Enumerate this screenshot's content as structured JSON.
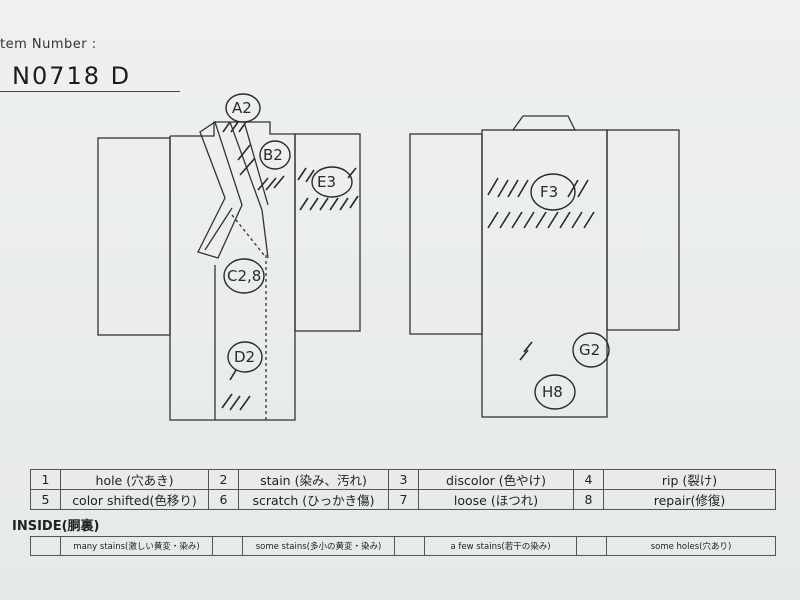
{
  "header": {
    "item_label": "tem Number :",
    "item_number": "N0718   D"
  },
  "marks": {
    "front": [
      "A2",
      "B2",
      "E3",
      "C2,8",
      "D2"
    ],
    "back": [
      "F3",
      "G2",
      "H8"
    ]
  },
  "legend": [
    {
      "num": "1",
      "text": "hole (穴あき)"
    },
    {
      "num": "2",
      "text": "stain (染み、汚れ)"
    },
    {
      "num": "3",
      "text": "discolor (色やけ)"
    },
    {
      "num": "4",
      "text": "rip (裂け)"
    },
    {
      "num": "5",
      "text": "color shifted(色移り)"
    },
    {
      "num": "6",
      "text": "scratch (ひっかき傷)"
    },
    {
      "num": "7",
      "text": "loose (ほつれ)"
    },
    {
      "num": "8",
      "text": "repair(修復)"
    }
  ],
  "inside": {
    "title": "INSIDE(胴裏)",
    "items": [
      "many stains(激しい黄変・染み)",
      "some stains(多小の黄変・染み)",
      "a few stains(若干の染み)",
      "some holes(穴あり)"
    ]
  }
}
